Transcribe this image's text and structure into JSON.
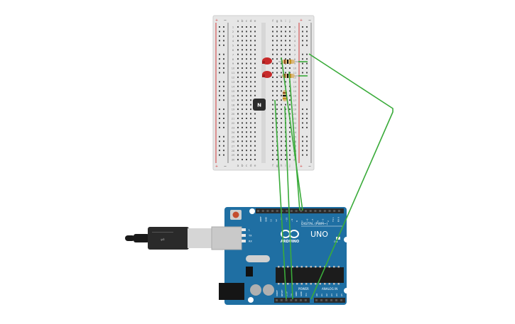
{
  "breadboard": {
    "columns_left": [
      "a",
      "b",
      "c",
      "d",
      "e"
    ],
    "columns_right": [
      "f",
      "g",
      "h",
      "i",
      "j"
    ],
    "rows": 30,
    "rail_plus": "+",
    "rail_minus": "−",
    "colors": {
      "body": "#e6e6e6",
      "hole": "#4a4a4a",
      "rail_red": "#d23b3b",
      "rail_dark": "#3b3b3b"
    }
  },
  "components": {
    "led_color": "#c72a2a",
    "sensor_label": "N",
    "resistor_bands": [
      "#8b4a1d",
      "#111111",
      "#c2911b",
      "#caa255"
    ]
  },
  "arduino": {
    "logo_text": "ARDUINO",
    "model": "UNO",
    "digital_label": "DIGITAL (PWM~)",
    "power_label": "POWER",
    "analog_label": "ANALOG IN",
    "led_labels": [
      "L",
      "TX",
      "RX"
    ],
    "on_label": "ON",
    "digital_pin_labels": [
      "AREF",
      "GND",
      "13",
      "12",
      "~11",
      "~10",
      "~9",
      "8",
      "7",
      "~6",
      "~5",
      "4",
      "~3",
      "2",
      "TX 1",
      "RX 0"
    ],
    "power_pin_labels": [
      "IOREF",
      "RESET",
      "3.3V",
      "5V",
      "GND",
      "GND",
      "Vin"
    ],
    "analog_pin_labels": [
      "A0",
      "A1",
      "A2",
      "A3",
      "A4",
      "A5"
    ],
    "colors": {
      "board": "#1f6fa3",
      "header": "#2a2a2a",
      "chip": "#1c1c1c"
    }
  },
  "wire_color": "#3aab3a"
}
